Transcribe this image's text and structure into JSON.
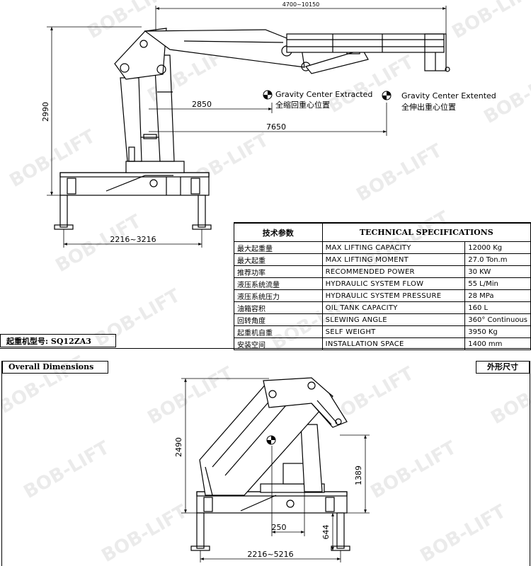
{
  "top_view": {
    "reach_range": "4700~10150",
    "height": "2990",
    "gravity_extracted_dist": "2850",
    "gravity_extended_dist": "7650",
    "outrigger_span": "2216~3216"
  },
  "gravity_notes": {
    "extracted_en": "Gravity Center Extracted",
    "extracted_cn": "全缩回重心位置",
    "extended_en": "Gravity Center Extented",
    "extended_cn": "全伸出重心位置"
  },
  "spec_table": {
    "header_cn": "技术参数",
    "header_en": "TECHNICAL SPECIFICATIONS",
    "rows": [
      {
        "cn": "最大起重量",
        "en": "MAX LIFTING CAPACITY",
        "value": "12000 Kg"
      },
      {
        "cn": "最大起重",
        "en": "MAX LIFTING MOMENT",
        "value": "27.0 Ton.m"
      },
      {
        "cn": "推荐功率",
        "en": "RECOMMENDED POWER",
        "value": "30 KW"
      },
      {
        "cn": "液压系统流量",
        "en": "HYDRAULIC SYSTEM FLOW",
        "value": "55 L/Min"
      },
      {
        "cn": "液压系统压力",
        "en": "HYDRAULIC SYSTEM PRESSURE",
        "value": "28 MPa"
      },
      {
        "cn": "油箱容积",
        "en": "OIL TANK CAPACITY",
        "value": "160 L"
      },
      {
        "cn": "回转角度",
        "en": "SLEWING ANGLE",
        "value": "360° Continuous"
      },
      {
        "cn": "起重机自重",
        "en": "SELF WEIGHT",
        "value": "3950 Kg"
      },
      {
        "cn": "安装空间",
        "en": "INSTALLATION SPACE",
        "value": "1400 mm"
      }
    ]
  },
  "model": {
    "label": "起重机型号: SQ12ZA3"
  },
  "overall": {
    "title_en": "Overall Dimensions",
    "title_cn": "外形尺寸",
    "height": "2490",
    "base_height": "1389",
    "column_offset": "250",
    "leg_height": "644",
    "outrigger_span": "2216~5216"
  },
  "watermark": "BOB-LIFT"
}
